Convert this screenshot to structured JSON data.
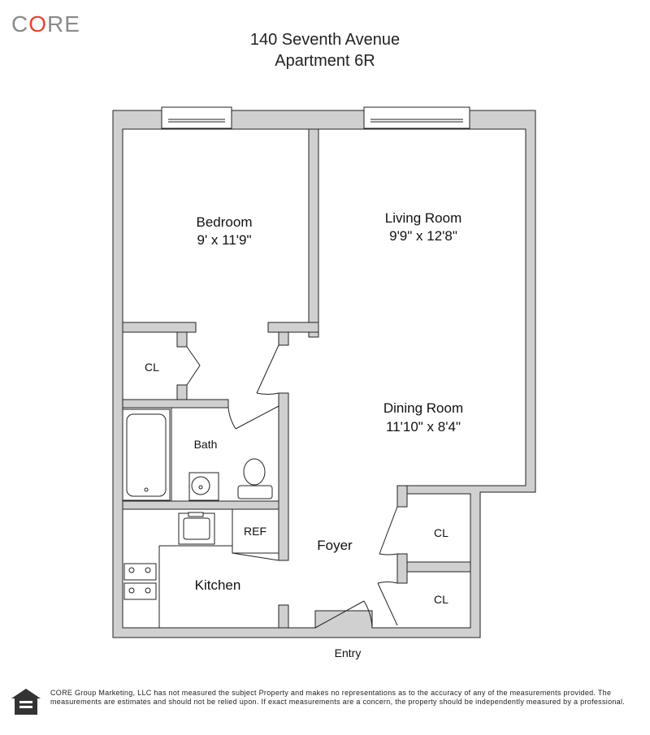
{
  "brand": {
    "logo_prefix": "C",
    "logo_o": "O",
    "logo_suffix": "RE"
  },
  "header": {
    "address_line1": "140 Seventh Avenue",
    "address_line2": "Apartment 6R"
  },
  "rooms": {
    "bedroom": {
      "name": "Bedroom",
      "size": "9' x 11'9\""
    },
    "living_room": {
      "name": "Living Room",
      "size": "9'9\" x 12'8\""
    },
    "dining_room": {
      "name": "Dining Room",
      "size": "11'10\" x 8'4\""
    },
    "bedroom_closet": "CL",
    "bath": "Bath",
    "refrigerator": "REF",
    "foyer": "Foyer",
    "kitchen": "Kitchen",
    "foyer_closet_upper": "CL",
    "foyer_closet_lower": "CL",
    "entry": "Entry"
  },
  "footer": {
    "disclaimer": "CORE Group Marketing, LLC has not measured the subject Property and makes no representations as to the accuracy of any of the measurements provided. The measurements are estimates and should not be relied upon. If exact measurements are a concern, the property should be independently measured by a professional."
  },
  "icons": {
    "equal_housing": "equal-housing-opportunity-icon"
  },
  "colors": {
    "wall": "#d0d0d0",
    "outline": "#222222",
    "logo_gray": "#8a8a8a",
    "logo_accent": "#e8452c"
  }
}
